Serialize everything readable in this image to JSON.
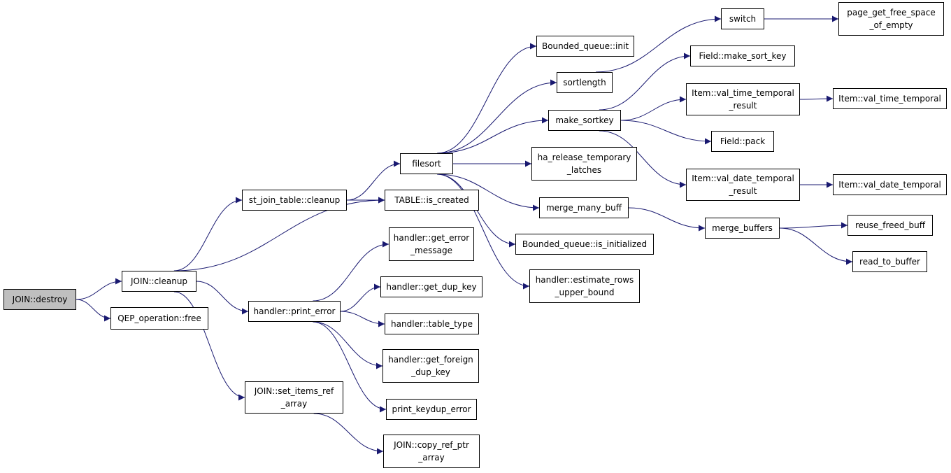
{
  "colors": {
    "edge": "#191970",
    "node_border": "#000000",
    "node_fill": "#ffffff",
    "root_fill": "#bfbfbf"
  },
  "nodes": [
    {
      "id": "join_destroy",
      "lines": [
        "JOIN::destroy"
      ],
      "root": true
    },
    {
      "id": "join_cleanup",
      "lines": [
        "JOIN::cleanup"
      ]
    },
    {
      "id": "qep_free",
      "lines": [
        "QEP_operation::free"
      ]
    },
    {
      "id": "st_join_cleanup",
      "lines": [
        "st_join_table::cleanup"
      ]
    },
    {
      "id": "handler_print_error",
      "lines": [
        "handler::print_error"
      ]
    },
    {
      "id": "join_set_items",
      "lines": [
        "JOIN::set_items_ref",
        "_array"
      ]
    },
    {
      "id": "filesort",
      "lines": [
        "filesort"
      ]
    },
    {
      "id": "table_is_created",
      "lines": [
        "TABLE::is_created"
      ]
    },
    {
      "id": "get_error_message",
      "lines": [
        "handler::get_error",
        "_message"
      ]
    },
    {
      "id": "get_dup_key",
      "lines": [
        "handler::get_dup_key"
      ]
    },
    {
      "id": "table_type",
      "lines": [
        "handler::table_type"
      ]
    },
    {
      "id": "get_foreign_dup_key",
      "lines": [
        "handler::get_foreign",
        "_dup_key"
      ]
    },
    {
      "id": "print_keydup_error",
      "lines": [
        "print_keydup_error"
      ]
    },
    {
      "id": "copy_ref_ptr",
      "lines": [
        "JOIN::copy_ref_ptr",
        "_array"
      ]
    },
    {
      "id": "bq_init",
      "lines": [
        "Bounded_queue::init"
      ]
    },
    {
      "id": "sortlength",
      "lines": [
        "sortlength"
      ]
    },
    {
      "id": "make_sortkey",
      "lines": [
        "make_sortkey"
      ]
    },
    {
      "id": "ha_release",
      "lines": [
        "ha_release_temporary",
        "_latches"
      ]
    },
    {
      "id": "merge_many_buff",
      "lines": [
        "merge_many_buff"
      ]
    },
    {
      "id": "bq_is_init",
      "lines": [
        "Bounded_queue::is_initialized"
      ]
    },
    {
      "id": "estimate_rows",
      "lines": [
        "handler::estimate_rows",
        "_upper_bound"
      ]
    },
    {
      "id": "switch",
      "lines": [
        "switch"
      ]
    },
    {
      "id": "page_get_free",
      "lines": [
        "page_get_free_space",
        "_of_empty"
      ]
    },
    {
      "id": "field_make_sort_key",
      "lines": [
        "Field::make_sort_key"
      ]
    },
    {
      "id": "item_vtt_result",
      "lines": [
        "Item::val_time_temporal",
        "_result"
      ]
    },
    {
      "id": "item_vtt",
      "lines": [
        "Item::val_time_temporal"
      ]
    },
    {
      "id": "field_pack",
      "lines": [
        "Field::pack"
      ]
    },
    {
      "id": "item_vdt_result",
      "lines": [
        "Item::val_date_temporal",
        "_result"
      ]
    },
    {
      "id": "item_vdt",
      "lines": [
        "Item::val_date_temporal"
      ]
    },
    {
      "id": "merge_buffers",
      "lines": [
        "merge_buffers"
      ]
    },
    {
      "id": "reuse_freed_buff",
      "lines": [
        "reuse_freed_buff"
      ]
    },
    {
      "id": "read_to_buffer",
      "lines": [
        "read_to_buffer"
      ]
    }
  ],
  "edges": [
    [
      "join_destroy",
      "join_cleanup"
    ],
    [
      "join_destroy",
      "qep_free"
    ],
    [
      "join_cleanup",
      "st_join_cleanup"
    ],
    [
      "join_cleanup",
      "table_is_created"
    ],
    [
      "join_cleanup",
      "handler_print_error"
    ],
    [
      "join_cleanup",
      "join_set_items"
    ],
    [
      "st_join_cleanup",
      "filesort"
    ],
    [
      "st_join_cleanup",
      "table_is_created"
    ],
    [
      "handler_print_error",
      "get_error_message"
    ],
    [
      "handler_print_error",
      "get_dup_key"
    ],
    [
      "handler_print_error",
      "table_type"
    ],
    [
      "handler_print_error",
      "get_foreign_dup_key"
    ],
    [
      "handler_print_error",
      "print_keydup_error"
    ],
    [
      "join_set_items",
      "copy_ref_ptr"
    ],
    [
      "filesort",
      "bq_init"
    ],
    [
      "filesort",
      "sortlength"
    ],
    [
      "filesort",
      "make_sortkey"
    ],
    [
      "filesort",
      "ha_release"
    ],
    [
      "filesort",
      "merge_many_buff"
    ],
    [
      "filesort",
      "bq_is_init"
    ],
    [
      "filesort",
      "estimate_rows"
    ],
    [
      "sortlength",
      "switch"
    ],
    [
      "switch",
      "page_get_free"
    ],
    [
      "make_sortkey",
      "field_make_sort_key"
    ],
    [
      "make_sortkey",
      "item_vtt_result"
    ],
    [
      "make_sortkey",
      "field_pack"
    ],
    [
      "make_sortkey",
      "item_vdt_result"
    ],
    [
      "item_vtt_result",
      "item_vtt"
    ],
    [
      "item_vdt_result",
      "item_vdt"
    ],
    [
      "merge_many_buff",
      "merge_buffers"
    ],
    [
      "merge_buffers",
      "reuse_freed_buff"
    ],
    [
      "merge_buffers",
      "read_to_buffer"
    ]
  ]
}
